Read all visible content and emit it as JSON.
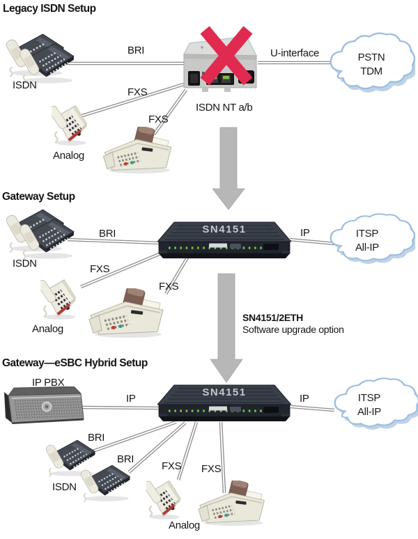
{
  "colors": {
    "cross_red": "#e02a50",
    "arrow_gray": "#b7b7b7",
    "cable_gray": "#8c8c8c",
    "cloud_edge_blue": "#9fbedd",
    "device_dark": "#3a404a",
    "led_green": "#79c93f",
    "text": "#141414"
  },
  "sections": [
    {
      "title": "Legacy ISDN Setup",
      "labels": {
        "isdn": "ISDN",
        "analog": "Analog",
        "bri": "BRI",
        "fxs_a": "FXS",
        "fxs_b": "FXS",
        "device": "ISDN NT a/b",
        "wan": "U-interface"
      },
      "cloud": {
        "line1": "PSTN",
        "line2": "TDM"
      }
    },
    {
      "title": "Gateway Setup",
      "labels": {
        "isdn": "ISDN",
        "analog": "Analog",
        "bri": "BRI",
        "fxs_a": "FXS",
        "fxs_b": "FXS",
        "device": "SN4151",
        "wan": "IP"
      },
      "cloud": {
        "line1": "ITSP",
        "line2": "All-IP"
      }
    },
    {
      "title": "Gateway—eSBC Hybrid Setup",
      "labels": {
        "ippbx": "IP PBX",
        "ip_left": "IP",
        "isdn": "ISDN",
        "analog": "Analog",
        "bri_a": "BRI",
        "bri_b": "BRI",
        "fxs_a": "FXS",
        "fxs_b": "FXS",
        "device": "SN4151",
        "wan": "IP"
      },
      "cloud": {
        "line1": "ITSP",
        "line2": "All-IP"
      }
    }
  ],
  "upgrade_note": {
    "line1": "SN4151/2ETH",
    "line2": "Software upgrade option"
  }
}
